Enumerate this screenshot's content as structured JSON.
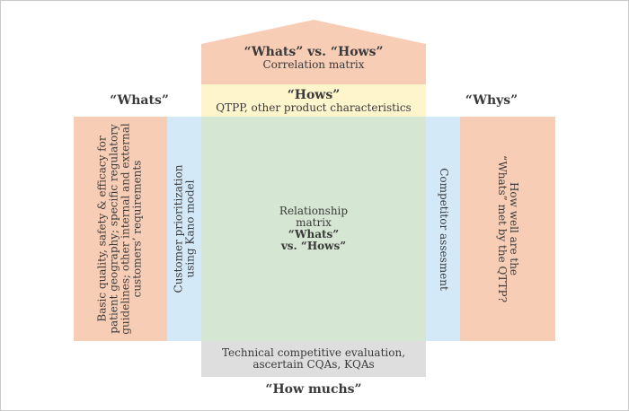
{
  "roof": {
    "title": "“Whats” vs. “Hows”",
    "subtitle": "Correlation matrix"
  },
  "hows": {
    "title": "“Hows”",
    "subtitle": "QTPP, other product characteristics"
  },
  "labels": {
    "whats": "“Whats”",
    "whys": "“Whys”",
    "how_muchs": "“How muchs”"
  },
  "left_block": {
    "lines": [
      "Basic quality, safety & efficacy for",
      "patient geography; specific regulatory",
      "guidelines; other internal and external",
      "customers’ requirements"
    ]
  },
  "prioritization": {
    "lines": [
      "Customer prioritization",
      "using Kano model"
    ]
  },
  "relationship": {
    "line1": "Relationship",
    "line2": "matrix",
    "line3": "“Whats”",
    "line4": "vs. “Hows”"
  },
  "competitor": {
    "text": "Competitor assesment"
  },
  "right_block": {
    "lines": [
      "How well are the",
      "“Whats” met by the QTTP?"
    ]
  },
  "technical": {
    "line1": "Technical competitive evaluation,",
    "line2": "ascertain CQAs, KQAs"
  },
  "colors": {
    "salmon": "#f8cdb6",
    "yellow": "#fff5cc",
    "blue": "#d3e9f8",
    "green": "#d5e6d2",
    "gray": "#dedede"
  }
}
